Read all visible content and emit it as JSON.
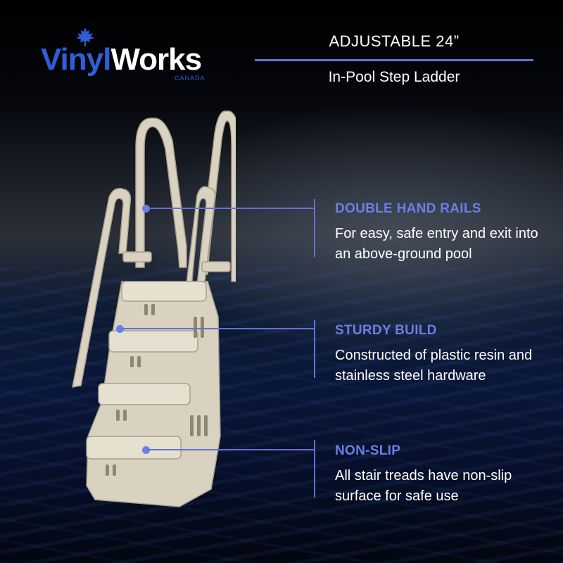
{
  "brand": {
    "name_part1": "Vinyl",
    "name_part2": "Works",
    "country": "CANADA",
    "leaf_icon": "maple-leaf-icon"
  },
  "header": {
    "title": "ADJUSTABLE 24”",
    "subtitle": "In-Pool Step Ladder"
  },
  "features": [
    {
      "title": "DOUBLE HAND RAILS",
      "description": "For easy, safe entry and exit into an above-ground pool"
    },
    {
      "title": "STURDY BUILD",
      "description": "Constructed of plastic resin and stainless steel hardware"
    },
    {
      "title": "NON-SLIP",
      "description": "All stair treads have non-slip surface for safe use"
    }
  ],
  "colors": {
    "accent": "#6b7fe6",
    "rule": "#6271d6",
    "brand_blue": "#2f5fd8",
    "ladder": "#d9d2c0"
  }
}
